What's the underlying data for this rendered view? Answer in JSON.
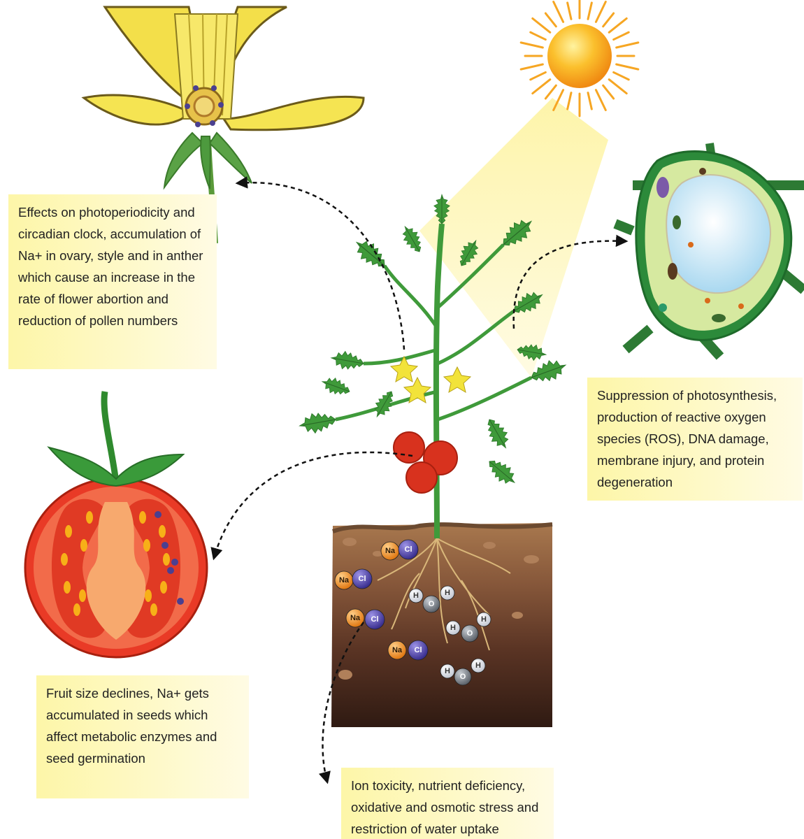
{
  "captions": {
    "flower": "Effects on photoperiodicity and circadian clock, accumulation of Na+ in ovary, style and in anther which cause an increase in the rate of flower abortion and reduction of pollen numbers",
    "cell": "Suppression of photosynthesis, production of reactive oxygen species (ROS), DNA damage, membrane injury, and protein degeneration",
    "fruit": "Fruit size declines, Na+ gets accumulated in seeds which affect metabolic enzymes and seed germination",
    "soil": "Ion toxicity, nutrient deficiency, oxidative and osmotic stress and restriction of water uptake"
  },
  "ion_labels": {
    "sodium": "Na",
    "chloride": "Cl",
    "hydrogen": "H",
    "oxygen": "O"
  },
  "colors": {
    "caption_fill": "#fef6a6",
    "sodium": "#f28c1e",
    "chloride": "#4a3fa0",
    "hydrogen": "#e6e8ee",
    "oxygen": "#8a8f96",
    "leaf": "#3d8f3a",
    "soil_dark": "#3b2419",
    "sun": "#f7a51c"
  }
}
